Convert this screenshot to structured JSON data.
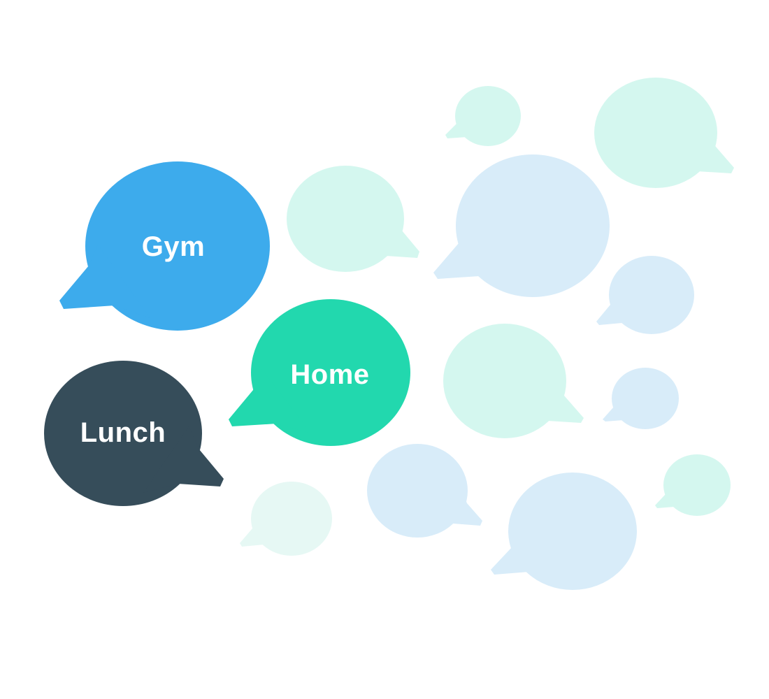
{
  "colors": {
    "background": "#ffffff",
    "blue": "#3DABEC",
    "teal": "#22D8AE",
    "dark_slate": "#364D5A",
    "pale_mint": "#D4F7EF",
    "pale_blue": "#D8ECF9",
    "faint_mint": "#E6F8F4",
    "label_text": "#ffffff"
  },
  "labeled_bubbles": [
    {
      "label": "Gym",
      "color": "blue",
      "tail": "left"
    },
    {
      "label": "Home",
      "color": "teal",
      "tail": "left"
    },
    {
      "label": "Lunch",
      "color": "dark_slate",
      "tail": "right"
    }
  ],
  "empty_bubbles": [
    {
      "color": "pale_mint",
      "tail": "left"
    },
    {
      "color": "pale_mint",
      "tail": "right"
    },
    {
      "color": "pale_mint",
      "tail": "right"
    },
    {
      "color": "pale_blue",
      "tail": "left"
    },
    {
      "color": "pale_blue",
      "tail": "left"
    },
    {
      "color": "pale_mint",
      "tail": "right"
    },
    {
      "color": "pale_blue",
      "tail": "left"
    },
    {
      "color": "faint_mint",
      "tail": "left"
    },
    {
      "color": "pale_blue",
      "tail": "right"
    },
    {
      "color": "pale_blue",
      "tail": "left"
    },
    {
      "color": "pale_mint",
      "tail": "left"
    }
  ]
}
